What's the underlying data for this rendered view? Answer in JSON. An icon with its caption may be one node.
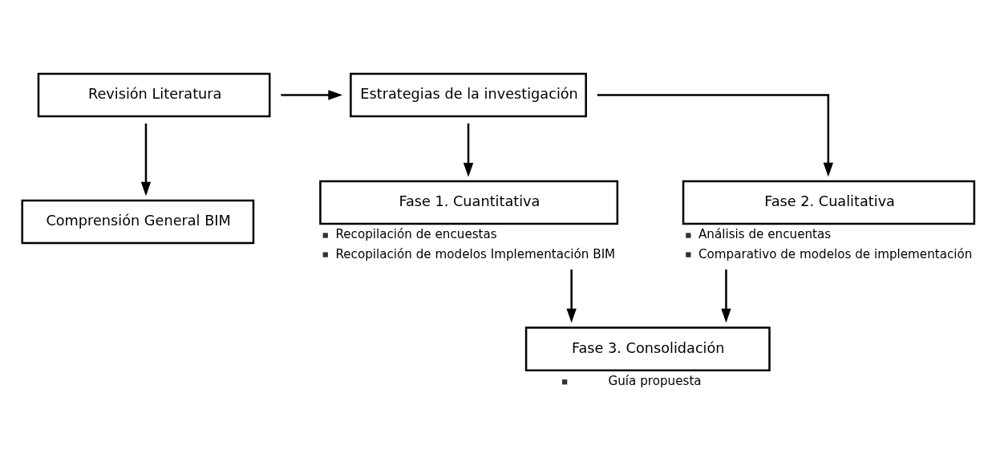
{
  "diagram": {
    "nodes": [
      {
        "text": [
          "Revisión Literatura"
        ]
      },
      {
        "text": [
          "Estrategias de la investigación"
        ]
      },
      {
        "text": [
          "Comprensión General BIM"
        ]
      },
      {
        "text": [
          "Fase 1. Cuantitativa"
        ],
        "beside": [
          "Recopilación de encuestas",
          "Recopilación de modelos Implementación BIM"
        ]
      },
      {
        "text": [
          "Fase 2. Cualitativa"
        ],
        "beside": [
          "Análisis de encuentas",
          "Comparativo de modelos de implementación"
        ]
      },
      {
        "text": [
          "Fase 3. Consolidación"
        ],
        "beside": [
          "Guía propuesta"
        ]
      }
    ],
    "edges": [
      {
        "from": 0,
        "to": 1,
        "arrow": "to"
      },
      {
        "from": 0,
        "to": 2,
        "arrow": "to"
      },
      {
        "from": 1,
        "to": 3,
        "arrow": "to"
      },
      {
        "from": 1,
        "to": 4,
        "arrow": "to"
      },
      {
        "from": 3,
        "to": 5,
        "arrow": "to"
      },
      {
        "from": 4,
        "to": 5,
        "arrow": "to"
      }
    ]
  }
}
